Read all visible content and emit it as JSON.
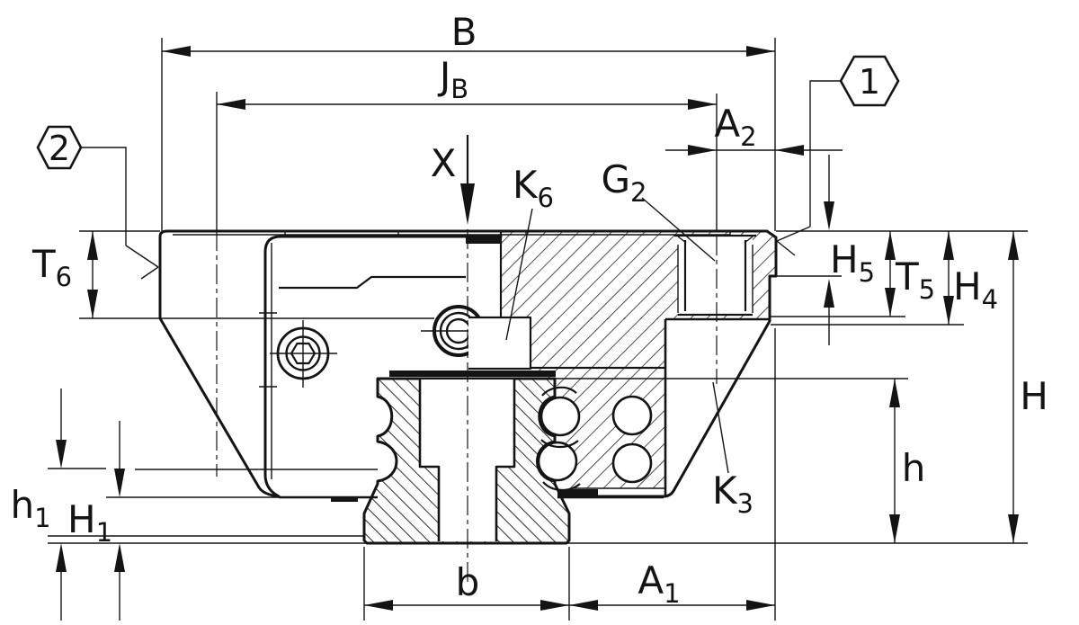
{
  "drawing": {
    "colors": {
      "ink": "#141414",
      "background": "#ffffff"
    },
    "balloons": {
      "b1": "1",
      "b2": "2"
    },
    "labels": {
      "B": {
        "main": "B",
        "sub": ""
      },
      "JB": {
        "main": "J",
        "sub": "B"
      },
      "A2": {
        "main": "A",
        "sub": "2"
      },
      "X": {
        "main": "X",
        "sub": ""
      },
      "K6": {
        "main": "K",
        "sub": "6"
      },
      "G2": {
        "main": "G",
        "sub": "2"
      },
      "T6": {
        "main": "T",
        "sub": "6"
      },
      "H5": {
        "main": "H",
        "sub": "5"
      },
      "T5": {
        "main": "T",
        "sub": "5"
      },
      "H4": {
        "main": "H",
        "sub": "4"
      },
      "H": {
        "main": "H",
        "sub": ""
      },
      "h": {
        "main": "h",
        "sub": ""
      },
      "K3": {
        "main": "K",
        "sub": "3"
      },
      "h1": {
        "main": "h",
        "sub": "1"
      },
      "H1": {
        "main": "H",
        "sub": "1"
      },
      "b": {
        "main": "b",
        "sub": ""
      },
      "A1": {
        "main": "A",
        "sub": "1"
      }
    }
  }
}
